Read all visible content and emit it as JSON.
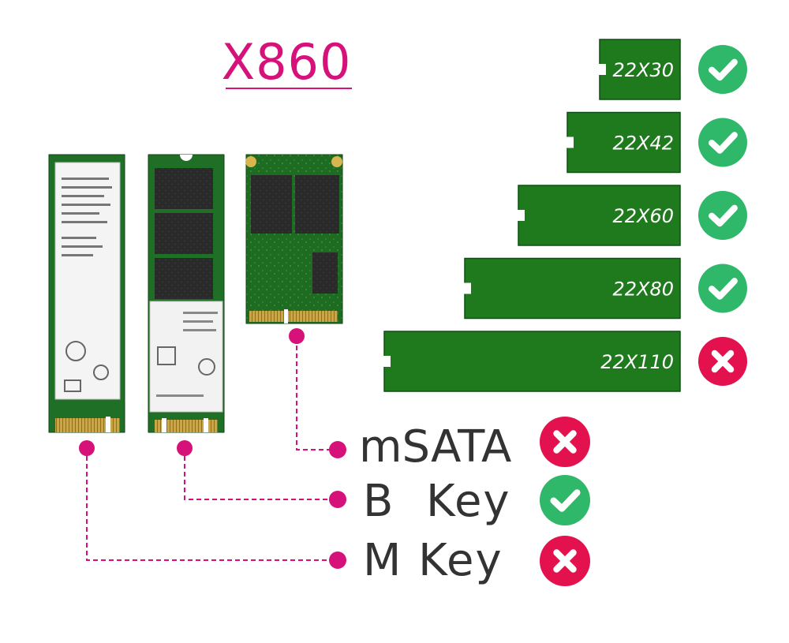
{
  "title": "X860",
  "colors": {
    "title": "#d6127a",
    "connector": "#d6127a",
    "pcb_green": "#1f7a1e",
    "pcb_border": "#0f4f12",
    "ok": "#2fb86a",
    "no": "#e3124f",
    "text": "#333333"
  },
  "lengths": [
    {
      "label": "22X30",
      "supported": true,
      "icon": "check-circle-icon"
    },
    {
      "label": "22X42",
      "supported": true,
      "icon": "check-circle-icon"
    },
    {
      "label": "22X60",
      "supported": true,
      "icon": "check-circle-icon"
    },
    {
      "label": "22X80",
      "supported": true,
      "icon": "check-circle-icon"
    },
    {
      "label": "22X110",
      "supported": false,
      "icon": "cross-circle-icon"
    }
  ],
  "interfaces": [
    {
      "label": "mSATA",
      "supported": false,
      "icon": "cross-circle-icon"
    },
    {
      "label": "B  Key",
      "supported": true,
      "icon": "check-circle-icon"
    },
    {
      "label": "M Key",
      "supported": false,
      "icon": "cross-circle-icon"
    }
  ]
}
